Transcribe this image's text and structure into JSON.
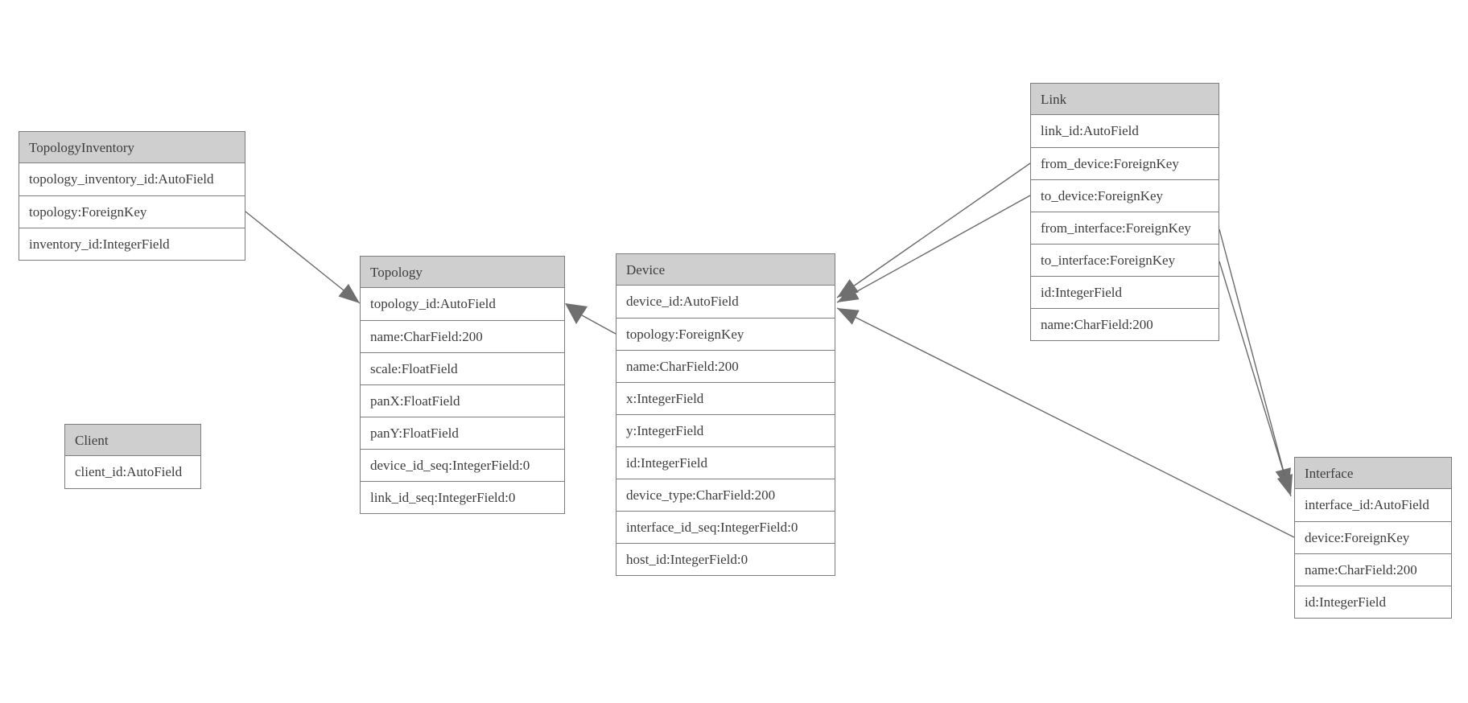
{
  "diagram": {
    "kind": "entity-relationship-model",
    "colors": {
      "background": "#ffffff",
      "header_fill": "#cfcfcf",
      "border": "#7c7c7c",
      "text": "#3d3d3d",
      "edge": "#6a6a6a",
      "arrowhead": "#6f6f6f"
    },
    "tables": {
      "topology_inventory": {
        "title": "TopologyInventory",
        "fields": [
          "topology_inventory_id:AutoField",
          "topology:ForeignKey",
          "inventory_id:IntegerField"
        ]
      },
      "topology": {
        "title": "Topology",
        "fields": [
          "topology_id:AutoField",
          "name:CharField:200",
          "scale:FloatField",
          "panX:FloatField",
          "panY:FloatField",
          "device_id_seq:IntegerField:0",
          "link_id_seq:IntegerField:0"
        ]
      },
      "client": {
        "title": "Client",
        "fields": [
          "client_id:AutoField"
        ]
      },
      "device": {
        "title": "Device",
        "fields": [
          "device_id:AutoField",
          "topology:ForeignKey",
          "name:CharField:200",
          "x:IntegerField",
          "y:IntegerField",
          "id:IntegerField",
          "device_type:CharField:200",
          "interface_id_seq:IntegerField:0",
          "host_id:IntegerField:0"
        ]
      },
      "link": {
        "title": "Link",
        "fields": [
          "link_id:AutoField",
          "from_device:ForeignKey",
          "to_device:ForeignKey",
          "from_interface:ForeignKey",
          "to_interface:ForeignKey",
          "id:IntegerField",
          "name:CharField:200"
        ]
      },
      "interface": {
        "title": "Interface",
        "fields": [
          "interface_id:AutoField",
          "device:ForeignKey",
          "name:CharField:200",
          "id:IntegerField"
        ]
      }
    },
    "relations": [
      {
        "from": "TopologyInventory.topology",
        "to": "Topology"
      },
      {
        "from": "Device.topology",
        "to": "Topology"
      },
      {
        "from": "Link.from_device",
        "to": "Device"
      },
      {
        "from": "Link.to_device",
        "to": "Device"
      },
      {
        "from": "Link.from_interface",
        "to": "Interface"
      },
      {
        "from": "Link.to_interface",
        "to": "Interface"
      },
      {
        "from": "Interface.device",
        "to": "Device"
      }
    ]
  }
}
